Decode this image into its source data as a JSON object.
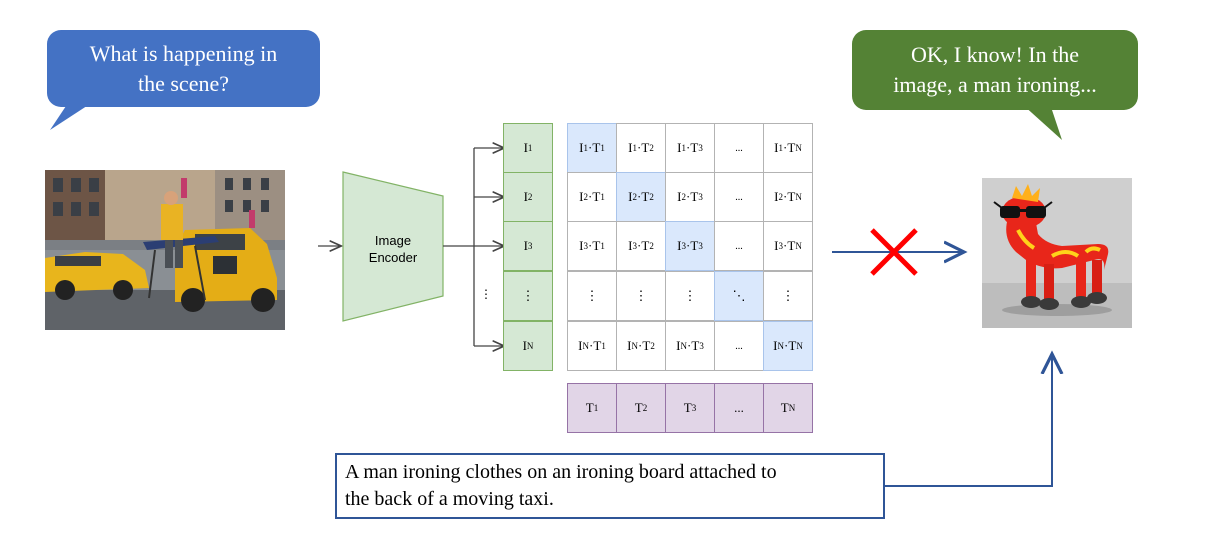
{
  "question_bubble": {
    "lines": [
      "What is happening in",
      "the scene?"
    ],
    "color": "#4472c4"
  },
  "answer_bubble": {
    "lines": [
      "OK, I know! In the",
      "image, a man ironing..."
    ],
    "color": "#548235"
  },
  "encoder": {
    "lines": [
      "Image",
      "Encoder"
    ],
    "color": "#d5e8d4"
  },
  "image_features": [
    {
      "base": "I",
      "sub": "1"
    },
    {
      "base": "I",
      "sub": "2"
    },
    {
      "base": "I",
      "sub": "3"
    },
    {
      "base": "⋮",
      "sub": ""
    },
    {
      "base": "I",
      "sub": "N"
    }
  ],
  "text_features": [
    {
      "base": "T",
      "sub": "1"
    },
    {
      "base": "T",
      "sub": "2"
    },
    {
      "base": "T",
      "sub": "3"
    },
    {
      "base": "...",
      "sub": ""
    },
    {
      "base": "T",
      "sub": "N"
    }
  ],
  "row_subs": [
    "1",
    "2",
    "3",
    "",
    "N"
  ],
  "col_subs": [
    "1",
    "2",
    "3",
    "",
    "N"
  ],
  "ellipsis_h": "...",
  "ellipsis_v": "⋮",
  "ellipsis_d": "⋱",
  "side_dots": "⋮",
  "caption": {
    "lines": [
      "A man ironing clothes on an ironing board attached to",
      "the back of a moving taxi."
    ]
  },
  "colors": {
    "arrow": "#2f5597",
    "cross": "#ff0000",
    "diag": "#dae8fc",
    "text_feat": "#e1d5e7"
  },
  "icons": {
    "scene_photo": "taxi-ironing-photo",
    "generated_image": "fire-creature-with-sunglasses"
  }
}
